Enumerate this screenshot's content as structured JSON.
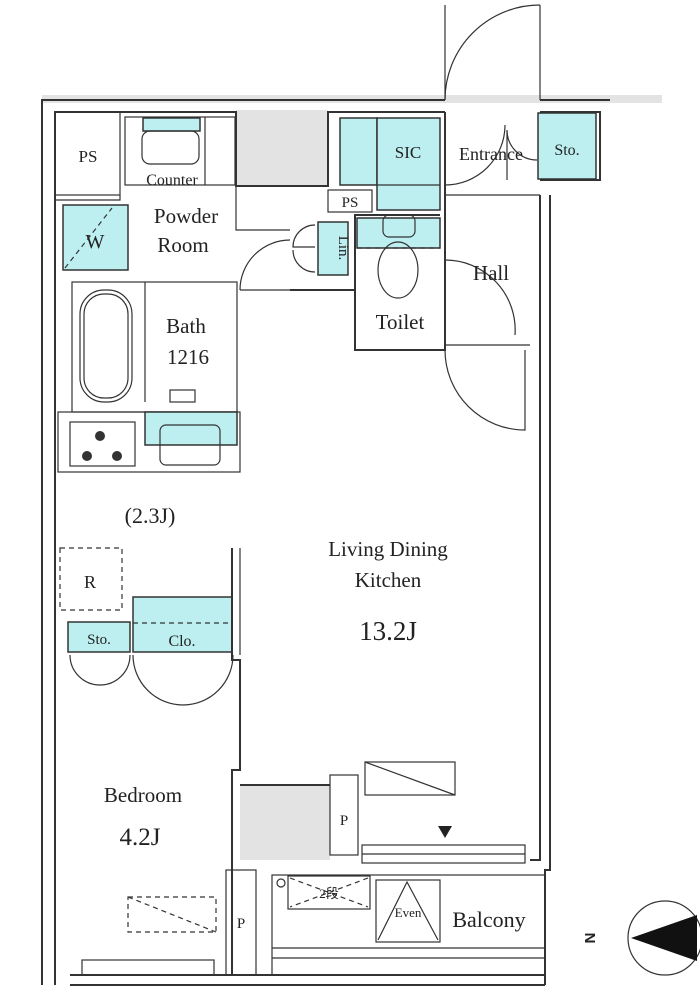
{
  "rooms": {
    "ps_top_left": "PS",
    "counter": "Counter",
    "powder_room": [
      "Powder",
      "Room"
    ],
    "washer": "W",
    "bath": [
      "Bath",
      "1216"
    ],
    "kitchen_area": "(2.3J)",
    "refrigerator": "R",
    "storage_bedroom": "Sto.",
    "closet": "Clo.",
    "bedroom": [
      "Bedroom",
      "4.2J"
    ],
    "ldk": [
      "Living Dining",
      "Kitchen",
      "13.2J"
    ],
    "sic": "SIC",
    "entrance": "Entrance",
    "storage_entrance": "Sto.",
    "ps_small": "PS",
    "linen": "Lin.",
    "toilet": "Toilet",
    "hall": "Hall",
    "pipe_ldk": "P",
    "pipe_bedroom": "P",
    "step": "2段",
    "evacuation": "Even",
    "balcony": "Balcony",
    "compass_north": "N"
  },
  "colors": {
    "fixture": "#bdeff1",
    "shaft": "#e3e3e3",
    "line": "#333333"
  }
}
